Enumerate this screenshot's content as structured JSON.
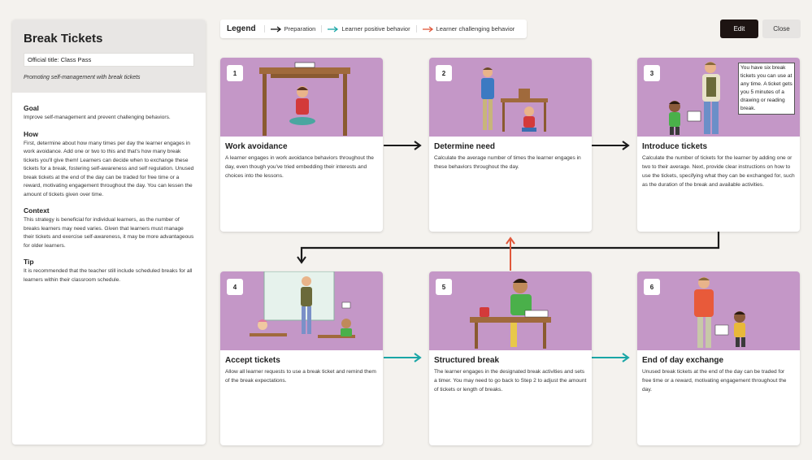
{
  "sidebar": {
    "title": "Break Tickets",
    "official_title": "Official title: Class Pass",
    "subtitle": "Promoting self-management with break tickets",
    "sections": [
      {
        "heading": "Goal",
        "text": "Improve self-management and prevent challenging behaviors."
      },
      {
        "heading": "How",
        "text": "First, determine about how many times per day the learner engages in work avoidance. Add one or two to this and that's how many break tickets you'll give them! Learners can decide when to exchange these tickets for a break, fostering self-awareness and self regulation. Unused break tickets at the end of the day can be traded for free time or a reward, motivating engagement throughout the day. You can lessen the amount of tickets given over time."
      },
      {
        "heading": "Context",
        "text": "This strategy is beneficial for individual learners, as the number of breaks learners may need varies. Given that learners must manage their tickets and exercise self-awareness, it may be more advantageous for older learners."
      },
      {
        "heading": "Tip",
        "text": "It is recommended that the teacher still include scheduled breaks for all learners within their classroom schedule."
      }
    ]
  },
  "legend": {
    "title": "Legend",
    "items": [
      {
        "label": "Preparation",
        "color": "#1a1a1a"
      },
      {
        "label": "Learner positive behavior",
        "color": "#1aa6a6"
      },
      {
        "label": "Learner challenging behavior",
        "color": "#e0573a"
      }
    ]
  },
  "buttons": {
    "edit": "Edit",
    "close": "Close"
  },
  "colors": {
    "card_image_bg": "#c497c7",
    "edit_bg": "#1d1412"
  },
  "steps": [
    {
      "num": "1",
      "title": "Work avoidance",
      "desc": "A learner engages in work avoidance behaviors throughout the day, even though you've tried embedding their interests and choices into the lessons."
    },
    {
      "num": "2",
      "title": "Determine need",
      "desc": "Calculate the average number of times the learner engages in these behaviors throughout the day."
    },
    {
      "num": "3",
      "title": "Introduce tickets",
      "desc": "Calculate the number of tickets for the learner by adding one or two to their average. Next, provide clear instructions on how to use the tickets, specifying what they can be exchanged for, such as the duration of the break and available activities.",
      "bubble": "You have six break tickets you can use at any time. A ticket gets you 5 minutes of a drawing or reading break."
    },
    {
      "num": "4",
      "title": "Accept tickets",
      "desc": "Allow all learner requests to use a break ticket and remind them of the break expectations."
    },
    {
      "num": "5",
      "title": "Structured break",
      "desc": "The learner engages in the designated break activities and sets a timer. You may need to go back to Step 2 to adjust the amount of tickets or length of breaks."
    },
    {
      "num": "6",
      "title": "End of day exchange",
      "desc": "Unused break tickets at the end of the day can be traded for free time or a reward, motivating engagement throughout the day."
    }
  ]
}
